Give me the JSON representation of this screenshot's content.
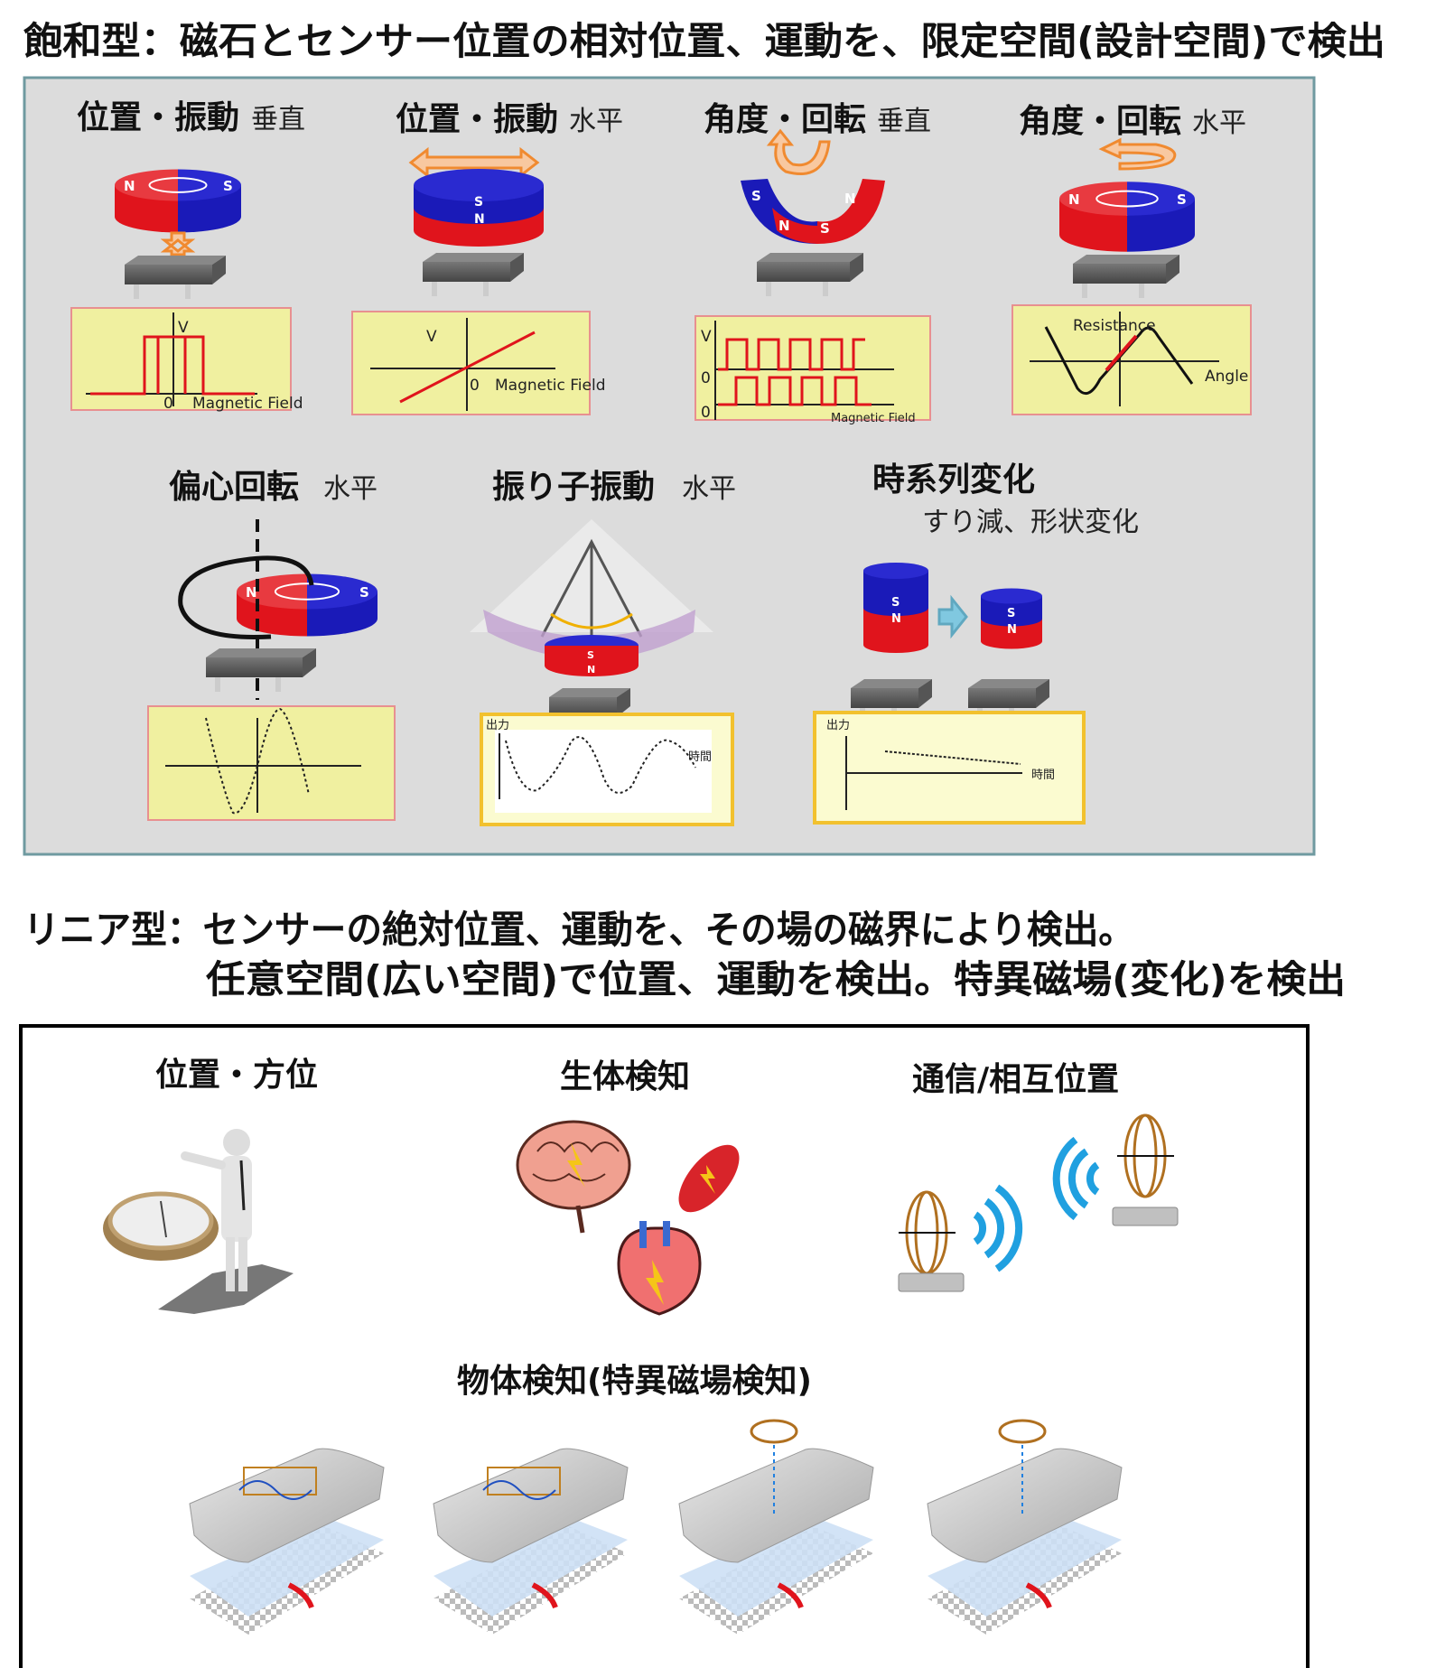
{
  "saturation": {
    "title": "飽和型：磁石とセンサー位置の相対位置、運動を、限定空間(設計空間)で検出",
    "items": [
      {
        "label": "位置・振動",
        "sub": "垂直"
      },
      {
        "label": "位置・振動",
        "sub": "水平"
      },
      {
        "label": "角度・回転",
        "sub": "垂直"
      },
      {
        "label": "角度・回転",
        "sub": "水平"
      },
      {
        "label": "偏心回転",
        "sub": "水平"
      },
      {
        "label": "振り子振動",
        "sub": "水平"
      },
      {
        "label": "時系列変化",
        "sub": "すり減、形状変化"
      }
    ],
    "charts": {
      "v": "V",
      "zero": "0",
      "magnetic_field": "Magnetic Field",
      "resistance": "Resistance",
      "angle": "Angle",
      "output": "出力",
      "time": "時間"
    },
    "poles": {
      "n": "N",
      "s": "S"
    }
  },
  "linear": {
    "title_line1": "リニア型：センサーの絶対位置、運動を、その場の磁界により検出。",
    "title_line2": "任意空間(広い空間)で位置、運動を検出。特異磁場(変化)を検出",
    "items": [
      {
        "label": "位置・方位"
      },
      {
        "label": "生体検知"
      },
      {
        "label": "通信/相互位置"
      },
      {
        "label": "物体検知(特異磁場検知)"
      }
    ]
  },
  "colors": {
    "north": "#e0141c",
    "south": "#1a1ab8",
    "panel": "#dcdcdc",
    "panel_border": "#6f9aa0",
    "chart_bg": "#f0f0a0",
    "accent": "#f08a30"
  }
}
